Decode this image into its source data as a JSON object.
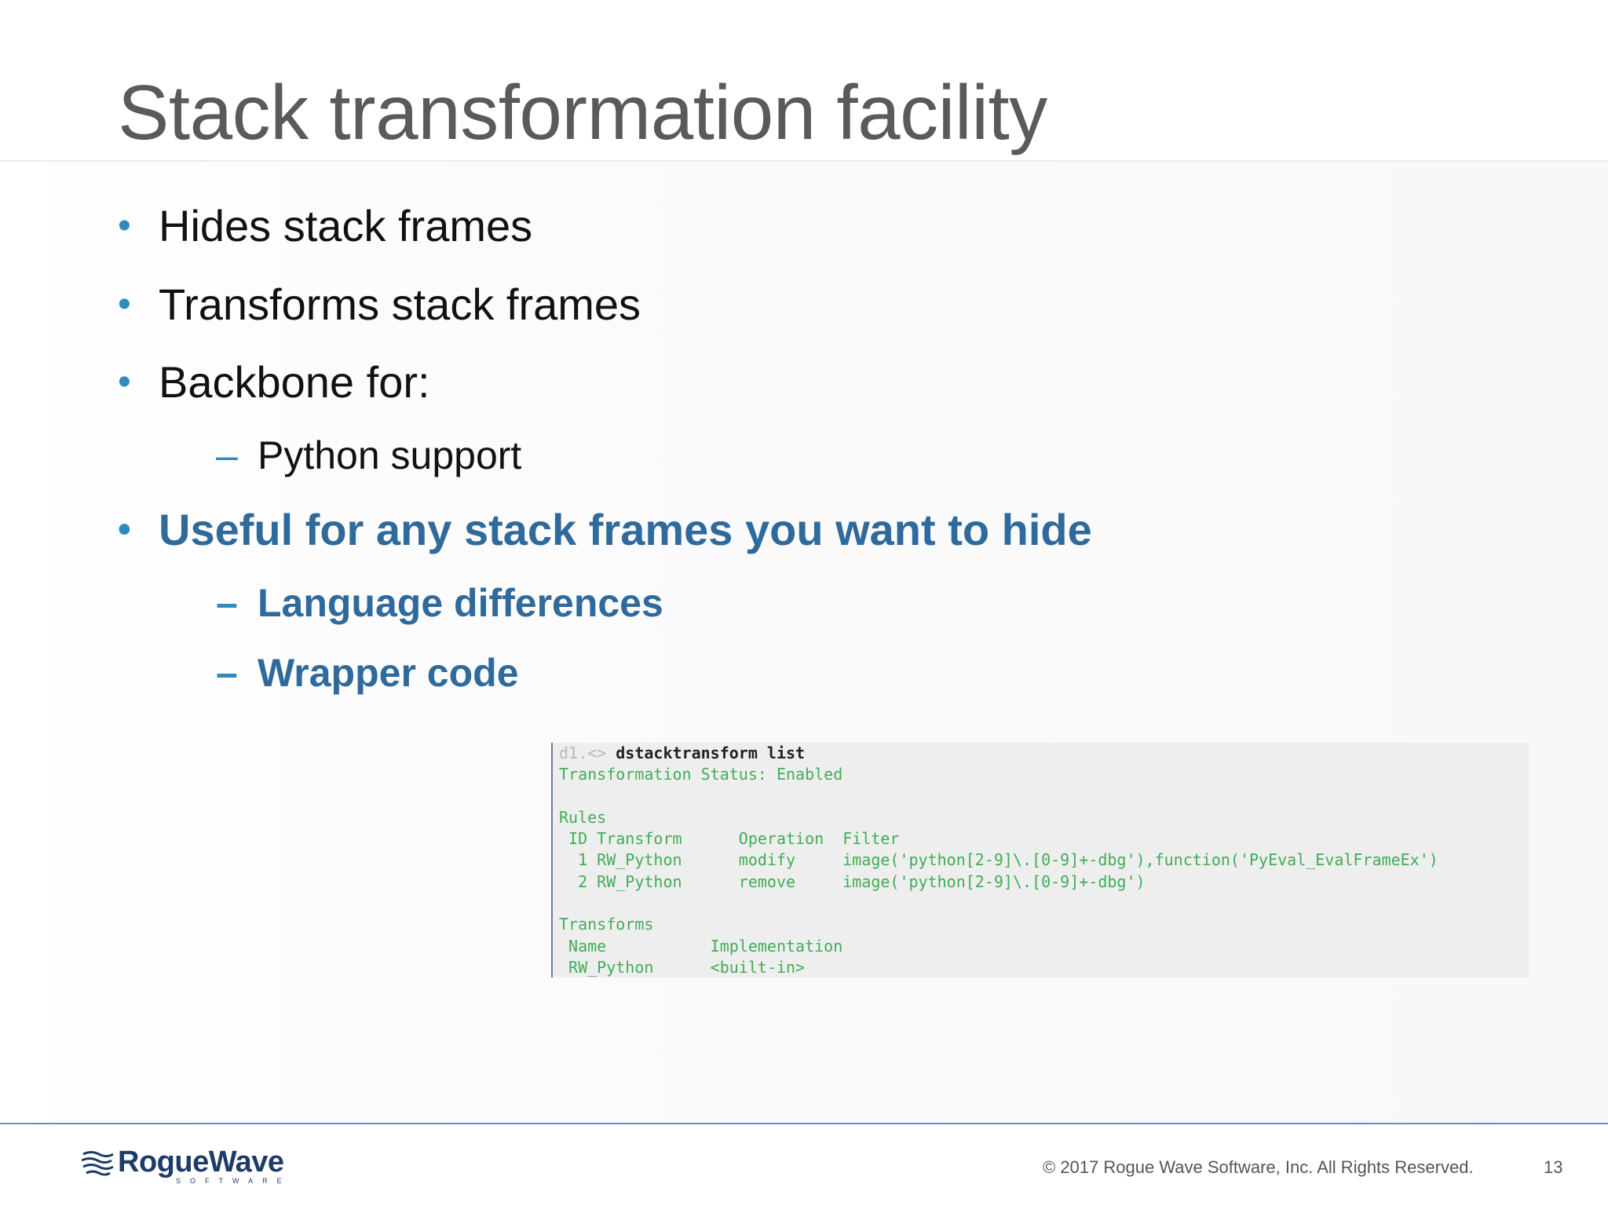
{
  "slide": {
    "title": "Stack transformation facility",
    "bullets": [
      "Hides stack frames",
      "Transforms stack frames",
      "Backbone for:"
    ],
    "sub_bullets_1": [
      "Python support"
    ],
    "emphasis_bullet": "Useful for any stack frames you want to hide",
    "sub_bullets_2": [
      "Language differences",
      "Wrapper code"
    ],
    "bullet_marker": "•",
    "sub_marker": "–"
  },
  "terminal": {
    "prompt": "d1.<> ",
    "command": "dstacktransform list",
    "lines": [
      "Transformation Status: Enabled",
      "",
      "Rules",
      " ID Transform      Operation  Filter",
      "  1 RW_Python      modify     image('python[2-9]\\.[0-9]+-dbg'),function('PyEval_EvalFrameEx')",
      "  2 RW_Python      remove     image('python[2-9]\\.[0-9]+-dbg')",
      "",
      "Transforms",
      " Name           Implementation",
      " RW_Python      <built-in>"
    ]
  },
  "footer": {
    "logo_text": "RogueWave",
    "logo_subtext": "SOFTWARE",
    "copyright": "© 2017 Rogue Wave Software, Inc. All Rights Reserved.",
    "page_number": "13"
  },
  "colors": {
    "title": "#5a5a5a",
    "accent_blue": "#2f6a9c",
    "marker_blue": "#2f8bbd",
    "terminal_green": "#3fae57",
    "footer_rule": "#4a9ad0"
  }
}
